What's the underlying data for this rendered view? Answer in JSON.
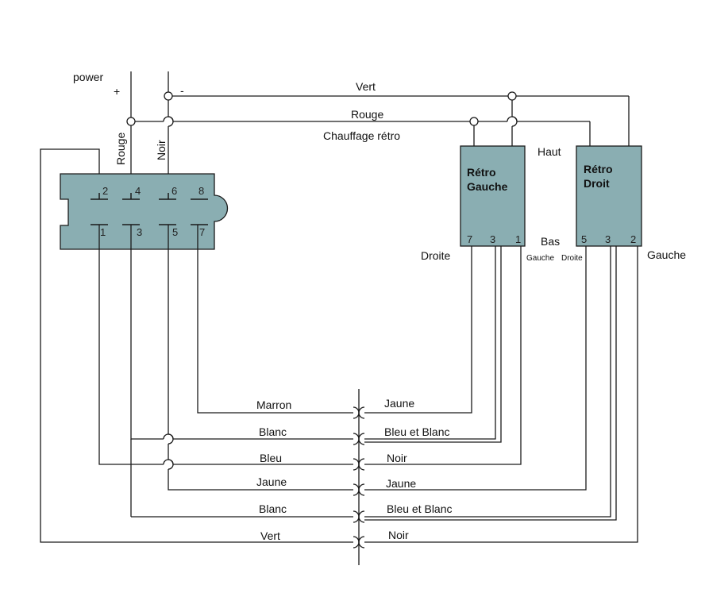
{
  "colors": {
    "component_fill": "#8aaeb2",
    "wire": "#1a1a1a",
    "background": "#ffffff"
  },
  "power": {
    "title": "power",
    "plus": "+",
    "minus": "-",
    "red_wire": "Rouge",
    "black_wire": "Noir"
  },
  "bus": {
    "green_label": "Vert",
    "red_label": "Rouge",
    "heating_label": "Chauffage rétro"
  },
  "switch": {
    "pins_top": [
      "2",
      "4",
      "6",
      "8"
    ],
    "pins_bottom": [
      "1",
      "3",
      "5",
      "7"
    ]
  },
  "mirror_left": {
    "title_line1": "Rétro",
    "title_line2": "Gauche",
    "pins": [
      "7",
      "3",
      "1"
    ],
    "side_label": "Droite"
  },
  "mirror_right": {
    "title_line1": "Rétro",
    "title_line2": "Droit",
    "pins": [
      "5",
      "3",
      "2"
    ],
    "side_label": "Gauche"
  },
  "direction_labels": {
    "up": "Haut",
    "down": "Bas",
    "left": "Gauche",
    "right": "Droite"
  },
  "connector": {
    "left_labels": [
      "Marron",
      "Blanc",
      "Bleu",
      "Jaune",
      "Blanc",
      "Vert"
    ],
    "right_labels": [
      "Jaune",
      "Bleu et Blanc",
      "Noir",
      "Jaune",
      "Bleu et Blanc",
      "Noir"
    ]
  }
}
